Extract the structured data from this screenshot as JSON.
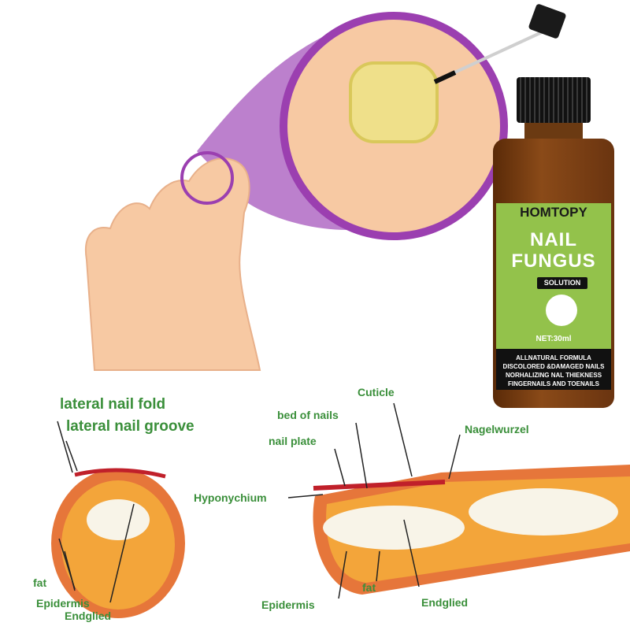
{
  "bottle": {
    "brand": "HOMTOPY",
    "title_line1": "NAIL",
    "title_line2": "FUNGUS",
    "subtitle": "SOLUTION",
    "net": "NET:30ml",
    "desc_lines": [
      "ALLNATURAL FORMULA",
      "DISCOLORED &DAMAGED NAILS",
      "NORHALIZING NAL THIEKNESS",
      "FINGERNAILS AND TOENAILS"
    ]
  },
  "cross_section": {
    "lateral_nail_fold": "lateral nail fold",
    "lateral_nail_groove": "lateral nail groove",
    "fat": "fat",
    "epidermis": "Epidermis",
    "endglied": "Endglied"
  },
  "side_section": {
    "cuticle": "Cuticle",
    "bed_of_nails": "bed of nails",
    "nail_plate": "nail plate",
    "nagelwurzel": "Nagelwurzel",
    "hyponychium": "Hyponychium",
    "epidermis": "Epidermis",
    "fat": "fat",
    "endglied": "Endglied"
  },
  "colors": {
    "label_green": "#3a8f3a",
    "magnifier_purple": "#9b3fb0",
    "skin": "#f7c9a3",
    "tissue_orange": "#f3a53a"
  }
}
